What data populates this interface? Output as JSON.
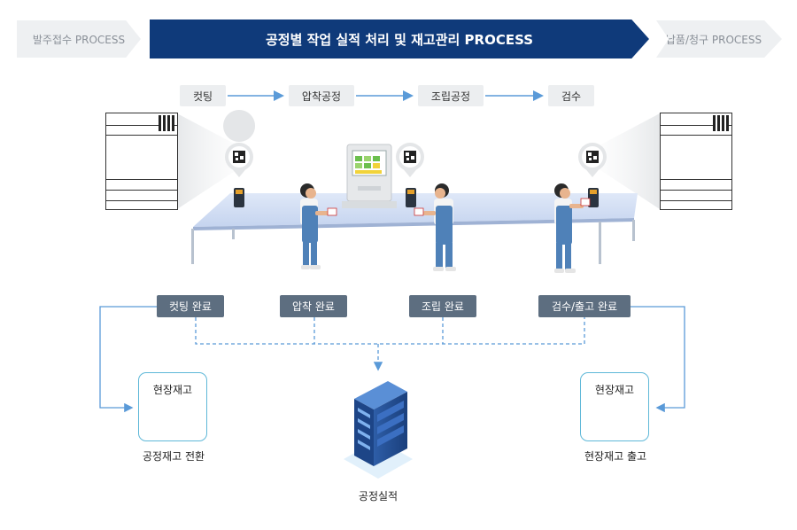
{
  "header": {
    "left": "발주접수 PROCESS",
    "main": "공정별 작업 실적 처리 및 재고관리 PROCESS",
    "right": "납품/청구 PROCESS"
  },
  "steps": [
    "컷팅",
    "압착공정",
    "조립공정",
    "검수"
  ],
  "completions": [
    "컷팅 완료",
    "압착 완료",
    "조립 완료",
    "검수/출고 완료"
  ],
  "left_inventory": {
    "title": "현장재고",
    "caption": "공정재고 전환"
  },
  "right_inventory": {
    "title": "현장재고",
    "caption": "현장재고 출고"
  },
  "server_caption": "공정실적",
  "colors": {
    "header_main": "#0f3a7a",
    "completion_box": "#5d6e80",
    "arrow": "#5a9ad8",
    "inventory_border": "#5fb8d8"
  }
}
